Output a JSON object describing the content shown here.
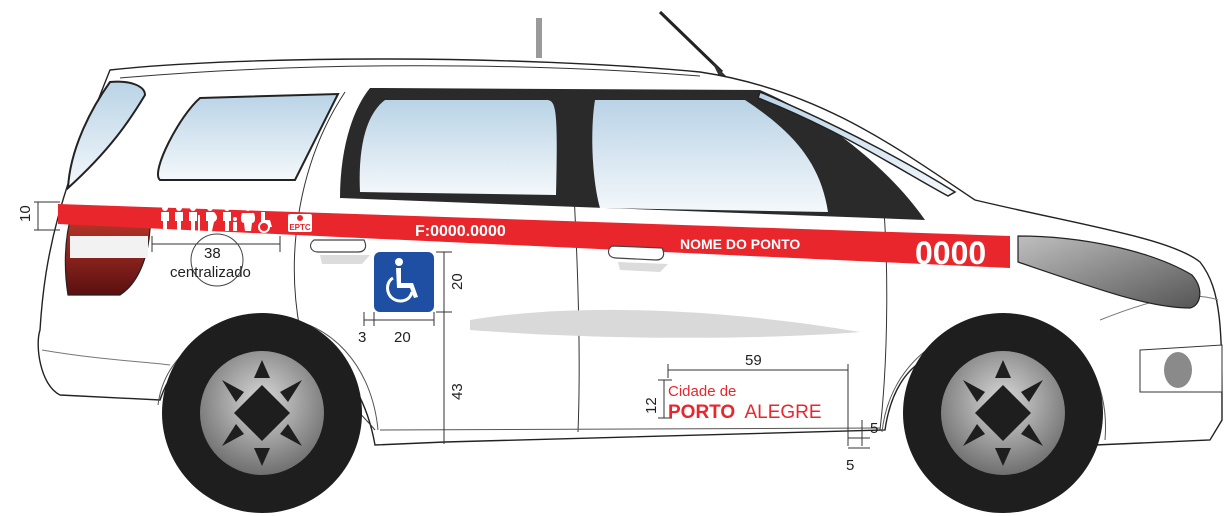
{
  "band": {
    "phone": "F:0000.0000",
    "point_name": "NOME DO PONTO",
    "number": "0000",
    "logo_text": "EPTC"
  },
  "city": {
    "line1": "Cidade de",
    "bold": "PORTO",
    "rest": "ALEGRE"
  },
  "dimensions": {
    "band_height": "10",
    "icons_width": "38",
    "centered_label": "centralizado",
    "sign_height": "20",
    "sign_width": "20",
    "sign_offset": "3",
    "sign_from_bottom": "43",
    "city_width": "59",
    "city_height": "12",
    "city_right_gap": "5",
    "city_bottom_gap": "5"
  },
  "colors": {
    "band_red": "#e8262c",
    "access_blue": "#1f4fa3",
    "glass": "#c9dbe8",
    "wheel_dark": "#1e1e1e",
    "rim_grey": "#9a9a9a"
  }
}
